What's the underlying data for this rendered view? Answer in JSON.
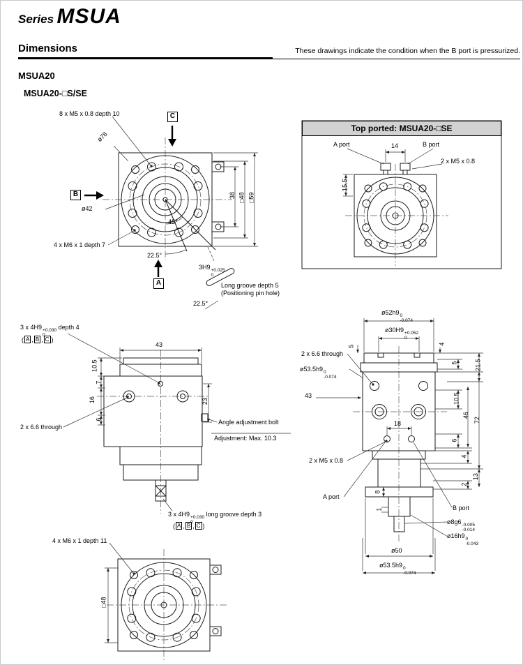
{
  "page": {
    "series_prefix": "Series",
    "series_name": "MSUA",
    "section_title": "Dimensions",
    "note": "These drawings indicate the condition when the B port is pressurized.",
    "model": "MSUA20",
    "variant_title": "MSUA20-□S/SE"
  },
  "letters": {
    "a": "A",
    "b": "B",
    "c": "C"
  },
  "punct": {
    "open": "(",
    "comma": ",",
    "close": ")"
  },
  "front_view": {
    "bolt_top": "8 x M5 x 0.8 depth 10",
    "dia78": "ø78",
    "dia42": "ø42",
    "dim38": "38",
    "sq48": "□48",
    "sq59": "□59",
    "bolt_bottom": "4 x M6 x 1 depth 7",
    "angle45": "45°",
    "angle225": "22.5°",
    "groove_base": "3H9",
    "groove_tol_top": "+0.025",
    "groove_tol_bot": "0",
    "groove_note1": "Long groove depth 5",
    "groove_note2": "(Positioning pin hole)",
    "detail_angle": "22.5°"
  },
  "top_ported": {
    "title": "Top ported: MSUA20-□SE",
    "a_port": "A port",
    "b_port": "B port",
    "dim14": "14",
    "bolt": "2 x M5 x 0.8",
    "dim155": "15.5"
  },
  "side_view": {
    "holes_base": "3 x 4H9",
    "holes_tol_top": "+0.030",
    "holes_tol_bot": "0",
    "holes_suffix": "depth 4",
    "dim43": "43",
    "dim105": "10.5",
    "dim7": "7",
    "dim16": "16",
    "dim6": "6",
    "dim23": "23",
    "angle_bolt": "Angle adjustment bolt",
    "adjustment": "Adjustment: Max. 10.3",
    "through": "2 x 6.6 through",
    "groove_base": "3 x 4H9",
    "groove_tol_top": "+0.030",
    "groove_tol_bot": "0",
    "groove_suffix": "long groove depth 3"
  },
  "section_view": {
    "d52_base": "ø52h9",
    "d52_top": "0",
    "d52_bot": "-0.074",
    "d30_base": "ø30H9",
    "d30_top": "+0.052",
    "d30_bot": "0",
    "dim5a": "5",
    "dim4a": "4",
    "dim5b": "5",
    "dim215": "21.5",
    "through": "2 x 6.6 through",
    "d535_base": "ø53.5h9",
    "d535_top": "0",
    "d535_bot": "-0.074",
    "dim43": "43",
    "dim105": "10.5",
    "dim46": "46",
    "dim72": "72",
    "dim6": "6",
    "dim4b": "4",
    "dim13": "13",
    "dim2": "2",
    "dim18": "18",
    "bolt": "2 x M5 x 0.8",
    "a_port": "A port",
    "b_port": "B port",
    "dim8": "8",
    "dim1": "1",
    "d8_base": "ø8g6",
    "d8_top": "-0.005",
    "d8_bot": "-0.014",
    "d16_base": "ø16h9",
    "d16_top": "0",
    "d16_bot": "-0.043",
    "d50": "ø50",
    "d535b_base": "ø53.5h9",
    "d535b_top": "0",
    "d535b_bot": "-0.074"
  },
  "bottom_view": {
    "bolt": "4 x M6 x 1 depth 11",
    "sq48": "□48"
  }
}
